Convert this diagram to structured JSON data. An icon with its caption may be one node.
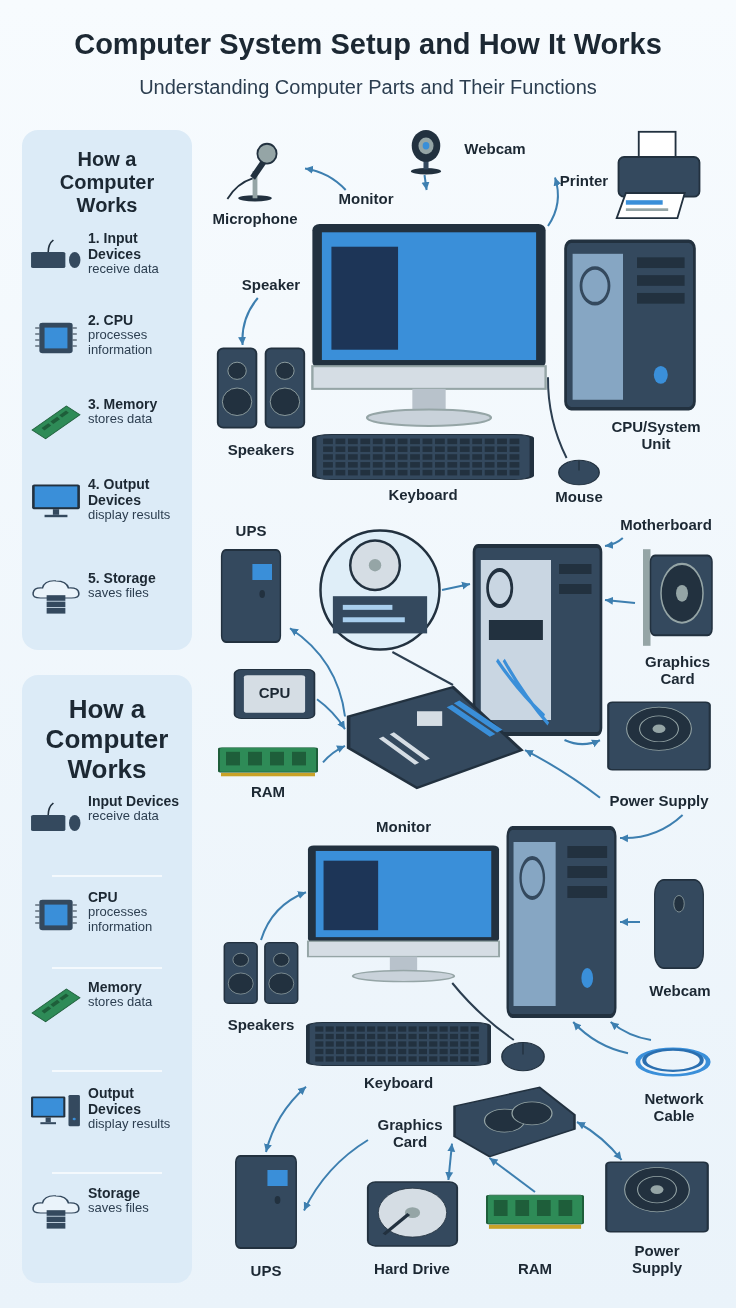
{
  "diagram": {
    "title": "Computer System Setup and How It Works",
    "labels": [
      "Understanding Computer Parts and Their Functions"
    ],
    "nodes": [
      {
        "text": [
          "How a Computer Works"
        ]
      },
      {
        "text": [
          "1. Input Devices",
          "receive data"
        ],
        "in": 0
      },
      {
        "text": [
          "2. CPU",
          "processes information"
        ],
        "in": 0
      },
      {
        "text": [
          "3. Memory",
          "stores data"
        ],
        "in": 0
      },
      {
        "text": [
          "4. Output Devices",
          "display results"
        ],
        "in": 0
      },
      {
        "text": [
          "5. Storage",
          "saves files"
        ],
        "in": 0
      },
      {
        "text": [
          "How a Computer Works"
        ]
      },
      {
        "text": [
          "Input Devices",
          "receive data"
        ],
        "in": 6
      },
      {
        "text": [
          "CPU",
          "processes information"
        ],
        "in": 6
      },
      {
        "text": [
          "Memory",
          "stores data"
        ],
        "in": 6
      },
      {
        "text": [
          "Output Devices",
          "display results"
        ],
        "in": 6
      },
      {
        "text": [
          "Storage",
          "saves files"
        ],
        "in": 6
      },
      {
        "text": [
          "Microphone"
        ]
      },
      {
        "text": [
          "Webcam"
        ]
      },
      {
        "text": [
          "Printer"
        ]
      },
      {
        "text": [
          "Monitor"
        ]
      },
      {
        "text": [
          "Speaker"
        ]
      },
      {
        "text": [
          "Speakers"
        ]
      },
      {
        "text": [
          "Keyboard"
        ]
      },
      {
        "text": [
          "Mouse"
        ]
      },
      {
        "text": [
          "CPU/System Unit"
        ]
      },
      {
        "text": [
          "UPS"
        ]
      },
      {
        "text": [],
        "shape": "picture"
      },
      {
        "text": [
          "Motherboard"
        ]
      },
      {
        "text": [],
        "shape": "picture"
      },
      {
        "text": [
          "Graphics Card"
        ]
      },
      {
        "text": [
          "CPU"
        ]
      },
      {
        "text": [],
        "shape": "picture"
      },
      {
        "text": [
          "RAM"
        ]
      },
      {
        "text": [
          "Power Supply"
        ]
      },
      {
        "text": [
          "Monitor"
        ]
      },
      {
        "text": [],
        "shape": "picture"
      },
      {
        "text": [
          "Speakers"
        ]
      },
      {
        "text": [
          "Keyboard"
        ]
      },
      {
        "text": [],
        "shape": "picture"
      },
      {
        "text": [
          "Webcam"
        ]
      },
      {
        "text": [
          "Network Cable"
        ]
      },
      {
        "text": [
          "Graphics Card"
        ]
      },
      {
        "text": [],
        "shape": "picture"
      },
      {
        "text": [
          "UPS"
        ]
      },
      {
        "text": [
          "Hard Drive"
        ]
      },
      {
        "text": [
          "RAM"
        ]
      },
      {
        "text": [
          "Power Supply"
        ]
      }
    ],
    "edges": [
      {
        "from": 15,
        "to": 12,
        "arrow": "to"
      },
      {
        "from": 13,
        "to": 15,
        "arrow": "to"
      },
      {
        "from": 15,
        "to": 14,
        "arrow": "to"
      },
      {
        "from": 16,
        "to": 17,
        "arrow": "to"
      },
      {
        "from": 15,
        "to": 19,
        "arrow": "none",
        "color": "#2c3e50"
      },
      {
        "from": 27,
        "to": 21,
        "arrow": "to"
      },
      {
        "from": 22,
        "to": 24,
        "arrow": "to"
      },
      {
        "from": 23,
        "to": 24,
        "arrow": "to"
      },
      {
        "from": 25,
        "to": 24,
        "arrow": "to"
      },
      {
        "from": 26,
        "to": 27,
        "arrow": "to"
      },
      {
        "from": 28,
        "to": 27,
        "arrow": "to"
      },
      {
        "from": 24,
        "to": 29,
        "arrow": "to"
      },
      {
        "from": 29,
        "to": 27,
        "arrow": "to"
      },
      {
        "from": 22,
        "to": 27,
        "arrow": "none",
        "color": "#2c3e50"
      },
      {
        "from": 29,
        "to": 31,
        "arrow": "to"
      },
      {
        "from": 32,
        "to": 30,
        "arrow": "to"
      },
      {
        "from": 30,
        "to": 34,
        "arrow": "none",
        "color": "#2c3e50"
      },
      {
        "from": 35,
        "to": 31,
        "arrow": "to"
      },
      {
        "from": 36,
        "to": 31,
        "arrow": "to"
      },
      {
        "from": 36,
        "to": 31,
        "arrow": "to"
      },
      {
        "from": 33,
        "to": 39,
        "arrow": "both"
      },
      {
        "from": 37,
        "to": 39,
        "arrow": "to"
      },
      {
        "from": 40,
        "to": 38,
        "arrow": "both"
      },
      {
        "from": 41,
        "to": 38,
        "arrow": "to"
      },
      {
        "from": 38,
        "to": 42,
        "arrow": "both"
      }
    ]
  }
}
